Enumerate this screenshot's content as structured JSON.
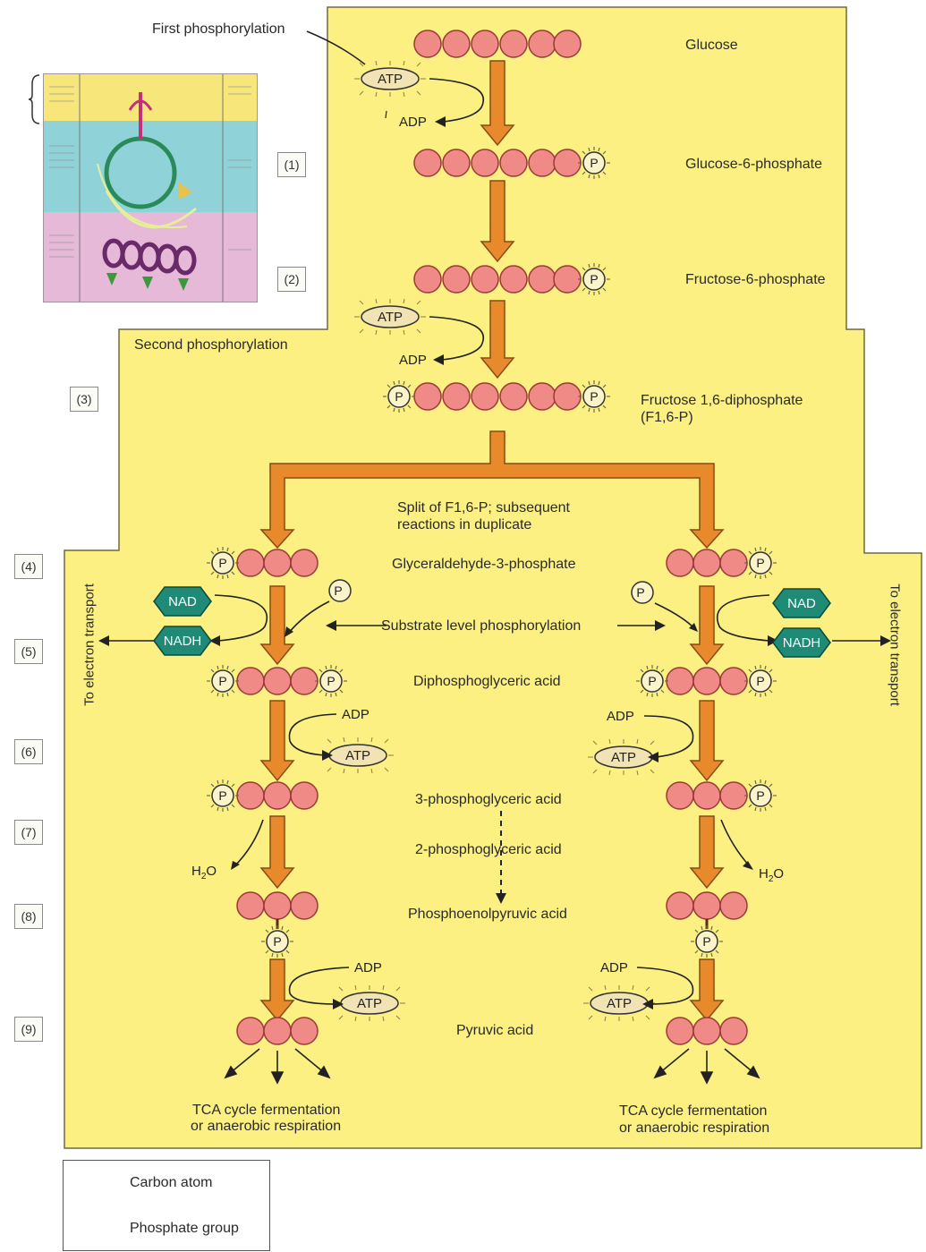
{
  "colors": {
    "panel": "#fbf081",
    "arrow": "#e88a2c",
    "carbon": "#ef8a87",
    "phosphate": "#fbf3c9",
    "nad": "#1f8a76",
    "atp": "#f2e3b5"
  },
  "steps": [
    "(1)",
    "(2)",
    "(3)",
    "(4)",
    "(5)",
    "(6)",
    "(7)",
    "(8)",
    "(9)"
  ],
  "labels": {
    "first_phosphorylation": "First phosphorylation",
    "second_phosphorylation": "Second phosphorylation",
    "glucose": "Glucose",
    "glucose6p": "Glucose-6-phosphate",
    "fructose6p": "Fructose-6-phosphate",
    "fructose16": "Fructose 1,6-diphosphate",
    "fructose16_abbr": "(F1,6-P)",
    "split_1": "Split of F1,6-P; subsequent",
    "split_2": "reactions in duplicate",
    "g3p": "Glyceraldehyde-3-phosphate",
    "substrate_level": "Substrate level phosphorylation",
    "diphosphoglyceric": "Diphosphoglyceric acid",
    "phosphoglyceric3": "3-phosphoglyceric acid",
    "phosphoglyceric2": "2-phosphoglyceric acid",
    "phosphoenolpyruvic": "Phosphoenolpyruvic acid",
    "pyruvic": "Pyruvic acid",
    "tca_1": "TCA cycle fermentation",
    "tca_2": "or anaerobic respiration",
    "to_electron_transport": "To electron transport"
  },
  "molecules": {
    "atp": "ATP",
    "adp": "ADP",
    "nad": "NAD",
    "nadh": "NADH",
    "p": "P",
    "h2o": "H",
    "h2o_sub": "2",
    "h2o_tail": "O"
  },
  "legend": {
    "carbon": "Carbon atom",
    "phosphate": "Phosphate group"
  }
}
